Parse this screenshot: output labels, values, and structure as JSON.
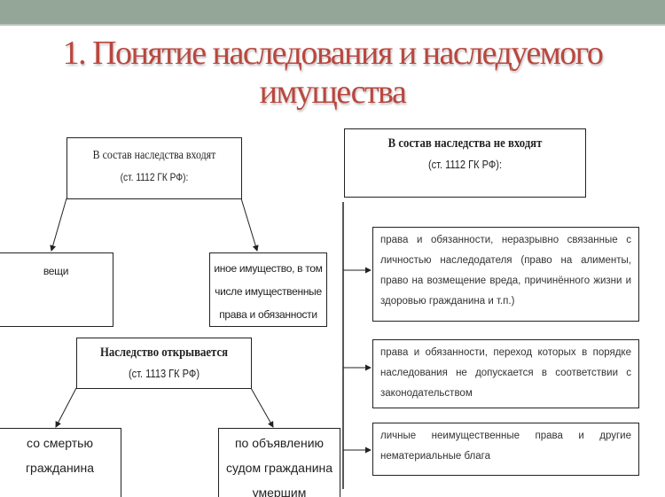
{
  "slide": {
    "title_line1": "1. Понятие наследования  и наследуемого",
    "title_line2": "имущества",
    "header_band_color": "#93a698",
    "title_color": "#b9473f"
  },
  "diagram": {
    "included": {
      "title": "В состав наследства входят",
      "ref": "(ст. 1112 ГК РФ):",
      "items": [
        "вещи",
        "иное имущество, в том числе имущественные права и обязанности"
      ]
    },
    "opening": {
      "title": "Наследство открывается",
      "ref": "(ст. 1113 ГК РФ)",
      "items": [
        "со смертью гражданина",
        "по объявлению судом гражданина умершим"
      ]
    },
    "excluded": {
      "title": "В состав наследства не входят",
      "ref": "(ст. 1112 ГК РФ):",
      "items": [
        "права и обязанности, неразрывно связанные с личностью наследодателя (право на алименты, право на возмещение вреда, причинённого жизни и здоровью гражданина и т.п.)",
        "права и обязанности, переход которых в порядке наследования не допускается в соответствии с законодательством",
        "личные неимущественные права и другие нематериальные блага"
      ]
    }
  }
}
